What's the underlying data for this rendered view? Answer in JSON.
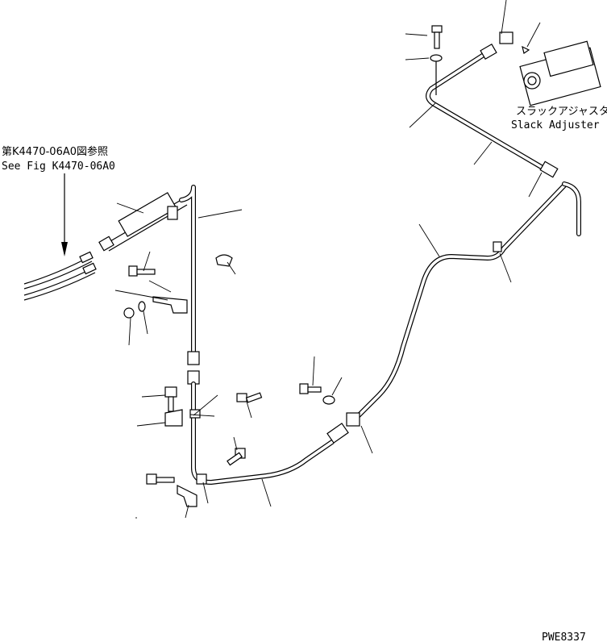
{
  "refs": {
    "left_jp": "第K4470-06A0図参照",
    "left_en": "See Fig K4470-06A0"
  },
  "slack_adjuster": {
    "jp": "スラックアジャスタ",
    "en": "Slack Adjuster"
  },
  "drawing_number": "PWE8337",
  "icons": [
    "arrow-down-icon"
  ]
}
